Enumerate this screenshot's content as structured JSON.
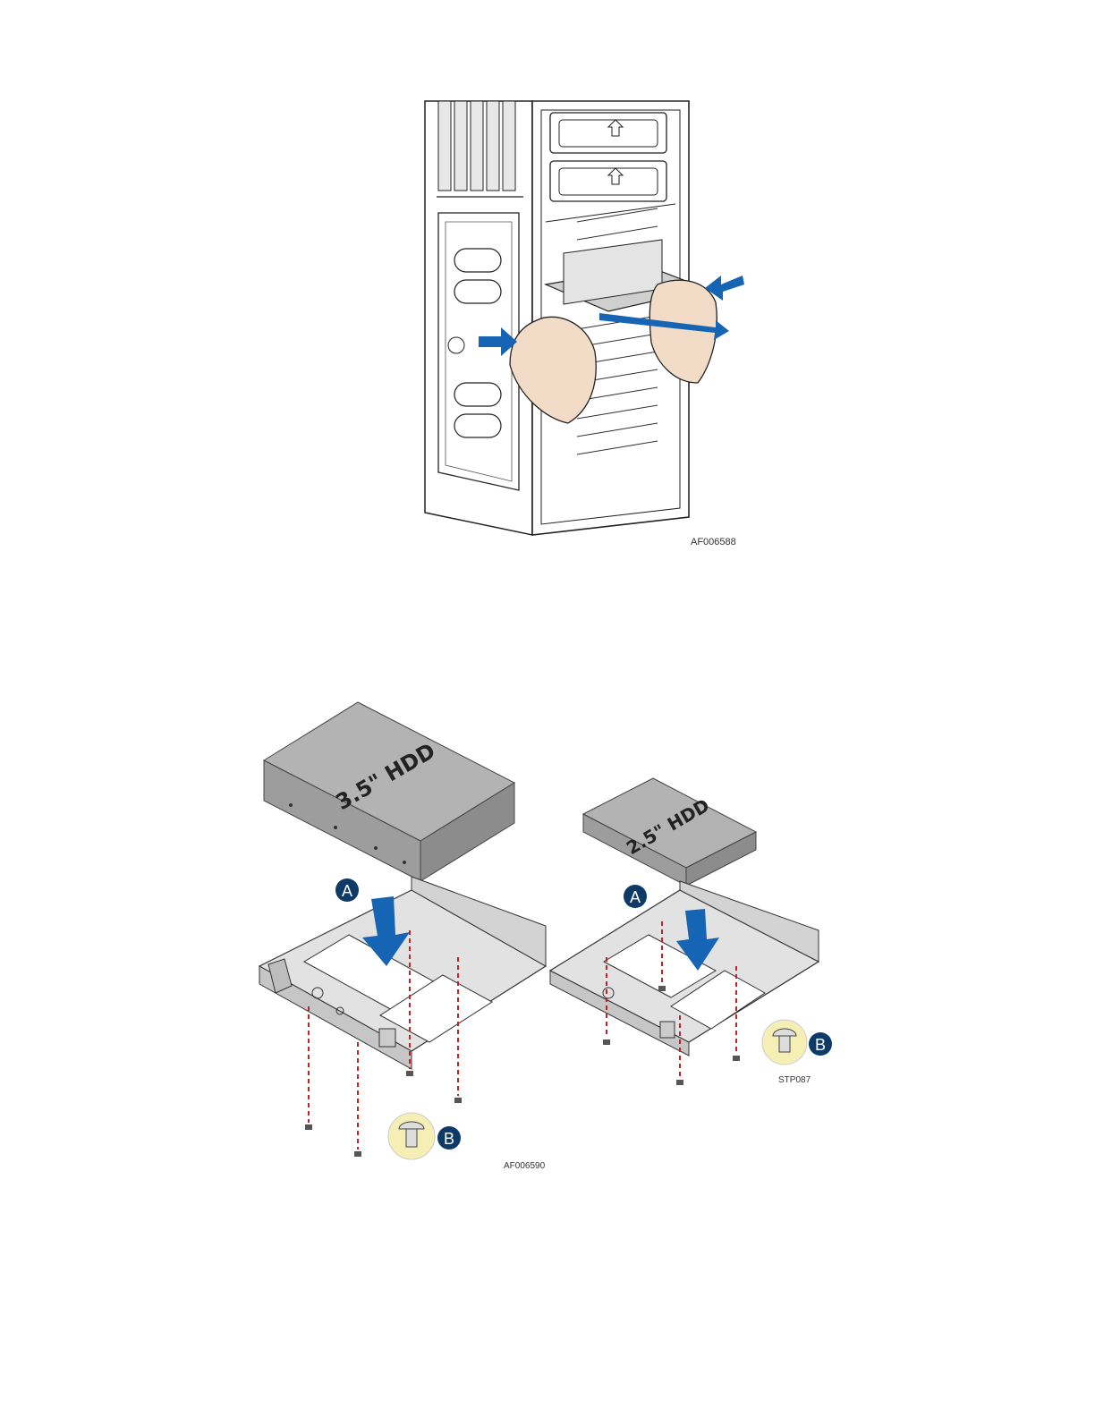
{
  "figures": [
    {
      "code": "AF006588"
    },
    {
      "code": "AF006590",
      "left_drive_label": "3.5\" HDD",
      "right_drive_label": "2.5\" HDD",
      "step_a": "A",
      "step_b": "B",
      "inset_code": "STP087"
    }
  ],
  "colors": {
    "arrow": "#1565b4",
    "callout": "#0d3a66",
    "screw_circle": "#f5efb5",
    "screw_line": "#c22222",
    "metal": "#d9d9d9",
    "drive": "#a7a7a7"
  }
}
